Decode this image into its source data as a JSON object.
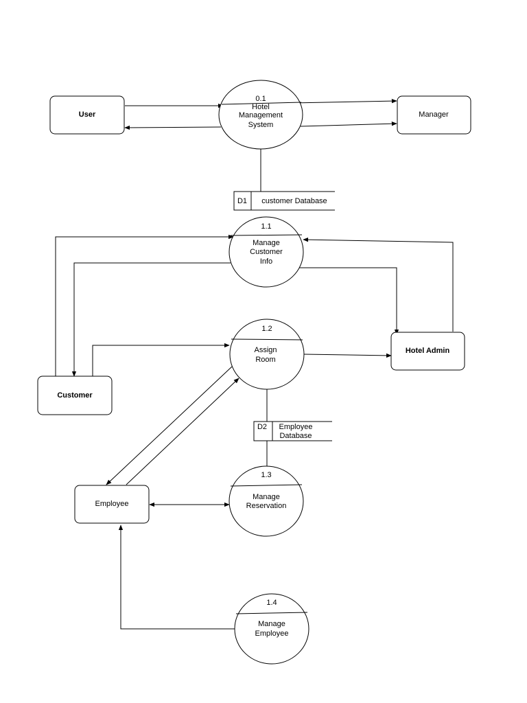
{
  "entities": {
    "user": {
      "label": "User"
    },
    "manager": {
      "label": "Manager"
    },
    "customer": {
      "label": "Customer"
    },
    "hotel_admin": {
      "label": "Hotel Admin"
    },
    "employee": {
      "label": "Employee"
    }
  },
  "processes": {
    "p01": {
      "id": "0.1",
      "line1": "Hotel",
      "line2": "Management",
      "line3": "System"
    },
    "p11": {
      "id": "1.1",
      "line1": "Manage",
      "line2": "Customer",
      "line3": "Info"
    },
    "p12": {
      "id": "1.2",
      "line1": "Assign",
      "line2": "Room"
    },
    "p13": {
      "id": "1.3",
      "line1": "Manage",
      "line2": "Reservation"
    },
    "p14": {
      "id": "1.4",
      "line1": "Manage",
      "line2": "Employee"
    }
  },
  "stores": {
    "d1": {
      "id": "D1",
      "label": "customer Database"
    },
    "d2": {
      "id": "D2",
      "line1": "Employee",
      "line2": "Database"
    }
  }
}
